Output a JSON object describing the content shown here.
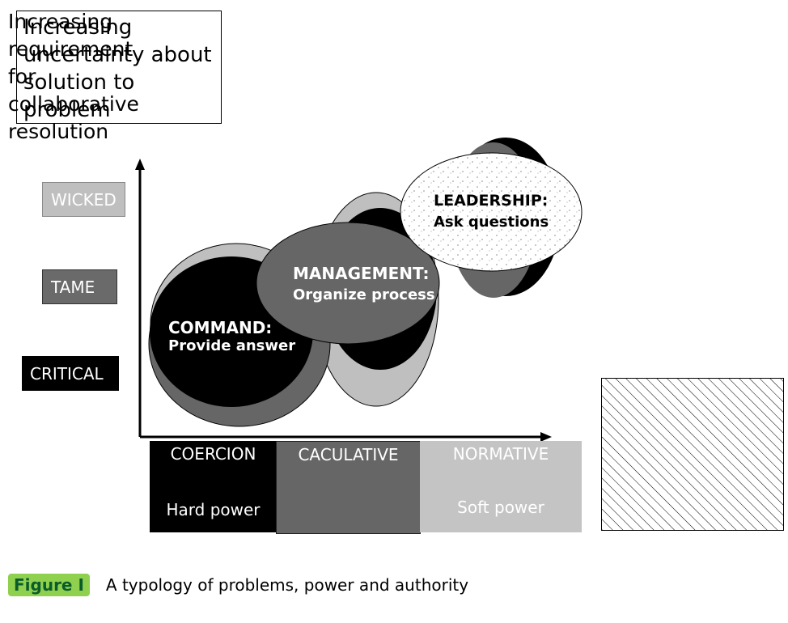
{
  "uncertainty_box": {
    "text": "Increasing\nuncertainty about\nsolution to\nproblem"
  },
  "levels": {
    "wicked": "WICKED",
    "tame": "TAME",
    "critical": "CRITICAL"
  },
  "bubbles": {
    "command": {
      "title": "COMMAND:",
      "subtitle": "Provide answer"
    },
    "management": {
      "title": "MANAGEMENT:",
      "subtitle": "Organize process"
    },
    "leadership": {
      "title": "LEADERSHIP:",
      "subtitle": "Ask questions"
    }
  },
  "power": {
    "coercion": {
      "title": "COERCION",
      "subtitle": "Hard power"
    },
    "calculative": {
      "title": "CACULATIVE"
    },
    "normative": {
      "title": "NORMATIVE",
      "subtitle": "Soft power"
    }
  },
  "collaboration_box": {
    "text": "Increasing\nrequirement\nfor\ncollaborative\nresolution"
  },
  "caption": {
    "label": "Figure I",
    "text": "A typology of problems, power and authority"
  },
  "colors": {
    "black": "#000000",
    "dark_gray": "#666666",
    "light_gray": "#bfbfbf",
    "figure_label_bg": "#8fd14f",
    "figure_label_text": "#0a5c2a"
  }
}
